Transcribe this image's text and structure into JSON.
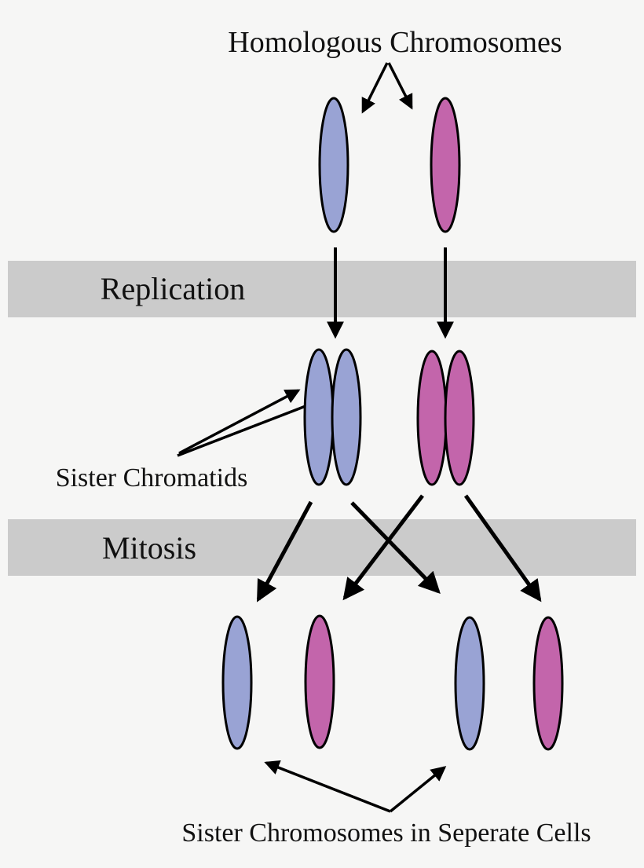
{
  "diagram": {
    "top_label": "Homologous Chromosomes",
    "replication_label": "Replication",
    "sister_chromatids_label": "Sister Chromatids",
    "mitosis_label": "Mitosis",
    "bottom_label": "Sister Chromosomes in Seperate Cells"
  },
  "colors": {
    "background": "#F6F6F5",
    "band_gray": "#CBCBCB",
    "chromosome_blue": "#99A3D4",
    "chromosome_pink": "#C365AB",
    "outline": "#000000",
    "arrow": "#000000"
  }
}
